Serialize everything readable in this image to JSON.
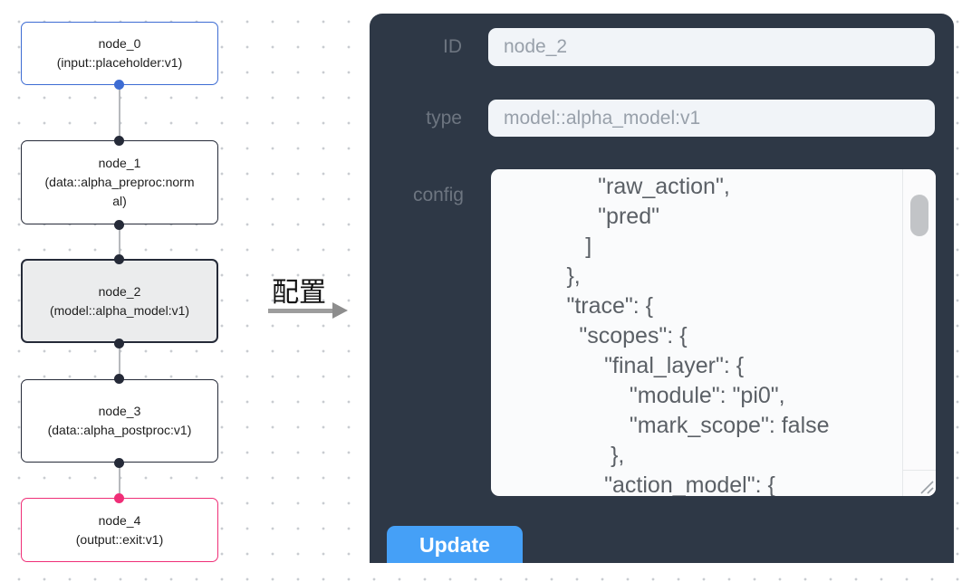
{
  "canvas": {
    "nodes": [
      {
        "id": "node_0",
        "type_label": "(input::placeholder:v1)",
        "variant": "input",
        "accent": "#3d6cd3"
      },
      {
        "id": "node_1",
        "type_label": "(data::alpha_preproc:normal)",
        "variant": "default",
        "accent": "#252a38"
      },
      {
        "id": "node_2",
        "type_label": "(model::alpha_model:v1)",
        "variant": "selected",
        "accent": "#252a38"
      },
      {
        "id": "node_3",
        "type_label": "(data::alpha_postproc:v1)",
        "variant": "default",
        "accent": "#252a38"
      },
      {
        "id": "node_4",
        "type_label": "(output::exit:v1)",
        "variant": "output",
        "accent": "#ef2e77"
      }
    ],
    "colors": {
      "edge": "#b6b9bd",
      "selected_bg": "#ebeced",
      "dot_grid": "#c9ccd1"
    }
  },
  "transfer": {
    "label": "配置"
  },
  "panel": {
    "bg": "#2e3846",
    "id_field": {
      "label": "ID",
      "value": "node_2"
    },
    "type_field": {
      "label": "type",
      "value": "model::alpha_model:v1"
    },
    "config_field": {
      "label": "config",
      "value": "               \"raw_action\",\n               \"pred\"\n             ]\n          },\n          \"trace\": {\n            \"scopes\": {\n                \"final_layer\": {\n                    \"module\": \"pi0\",\n                    \"mark_scope\": false\n                 },\n                \"action_model\": {"
    },
    "update_label": "Update",
    "accent": "#45a0f7"
  }
}
